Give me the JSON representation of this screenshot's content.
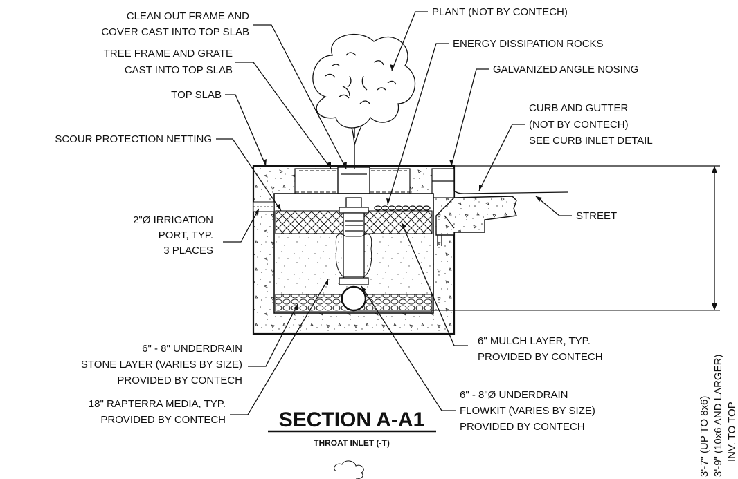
{
  "labels": {
    "clean_out_1": "CLEAN OUT FRAME AND",
    "clean_out_2": "COVER CAST INTO TOP SLAB",
    "tree_frame_1": "TREE FRAME AND GRATE",
    "tree_frame_2": "CAST INTO TOP SLAB",
    "top_slab": "TOP SLAB",
    "scour": "SCOUR PROTECTION NETTING",
    "irrigation_1": "2\"Ø IRRIGATION",
    "irrigation_2": "PORT, TYP.",
    "irrigation_3": "3 PLACES",
    "plant": "PLANT (NOT BY CONTECH)",
    "energy": "ENERGY DISSIPATION ROCKS",
    "angle": "GALVANIZED ANGLE NOSING",
    "curb_1": "CURB AND GUTTER",
    "curb_2": "(NOT BY CONTECH)",
    "curb_3": "SEE CURB INLET DETAIL",
    "street": "STREET",
    "underdrain_stone_1": "6\" - 8\" UNDERDRAIN",
    "underdrain_stone_2": "STONE LAYER (VARIES BY SIZE)",
    "underdrain_stone_3": "PROVIDED BY CONTECH",
    "media_1": "18\" RAPTERRA MEDIA, TYP.",
    "media_2": "PROVIDED BY CONTECH",
    "mulch_1": "6\" MULCH LAYER, TYP.",
    "mulch_2": "PROVIDED BY CONTECH",
    "flowkit_1": "6\" - 8\"Ø UNDERDRAIN",
    "flowkit_2": "FLOWKIT (VARIES BY SIZE)",
    "flowkit_3": "PROVIDED BY CONTECH",
    "dim_1": "3'-7\" (UP TO 8x6)",
    "dim_2": "3'-9\" (10x6 AND LARGER)",
    "dim_3": "INV. TO TOP"
  },
  "title": {
    "main": "SECTION A-A1",
    "sub": "THROAT INLET (-T)"
  }
}
